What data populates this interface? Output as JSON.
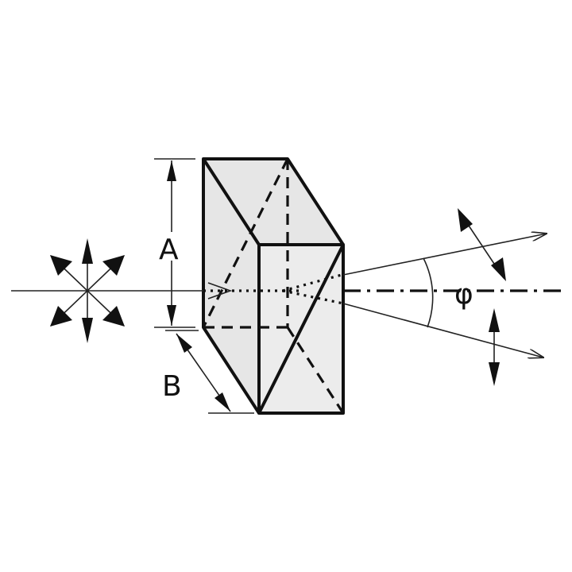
{
  "labels": {
    "height": "A",
    "length": "B",
    "angle": "φ"
  },
  "colors": {
    "prism_fill": "#e6e6e6",
    "line": "#111111",
    "background": "#ffffff"
  }
}
